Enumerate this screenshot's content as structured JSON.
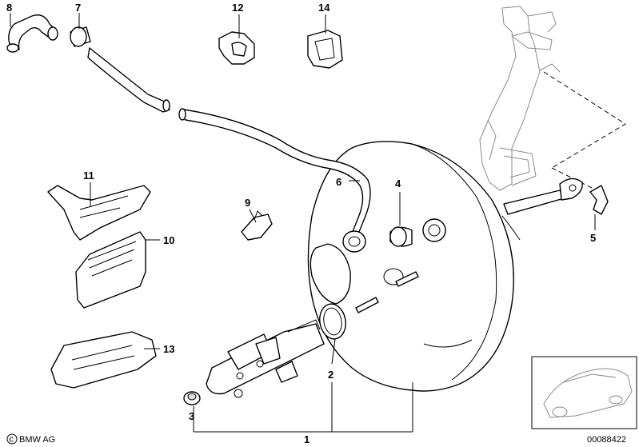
{
  "callouts": [
    {
      "id": "1",
      "label": "1"
    },
    {
      "id": "2",
      "label": "2"
    },
    {
      "id": "3",
      "label": "3"
    },
    {
      "id": "4",
      "label": "4"
    },
    {
      "id": "5",
      "label": "5"
    },
    {
      "id": "6",
      "label": "6"
    },
    {
      "id": "7",
      "label": "7"
    },
    {
      "id": "8",
      "label": "8"
    },
    {
      "id": "9",
      "label": "9"
    },
    {
      "id": "10",
      "label": "10"
    },
    {
      "id": "11",
      "label": "11"
    },
    {
      "id": "12",
      "label": "12"
    },
    {
      "id": "13",
      "label": "13"
    },
    {
      "id": "14",
      "label": "14"
    }
  ],
  "footer": {
    "copyright_symbol": "©",
    "brand": "BMW AG",
    "diagram_number": "00088422"
  }
}
